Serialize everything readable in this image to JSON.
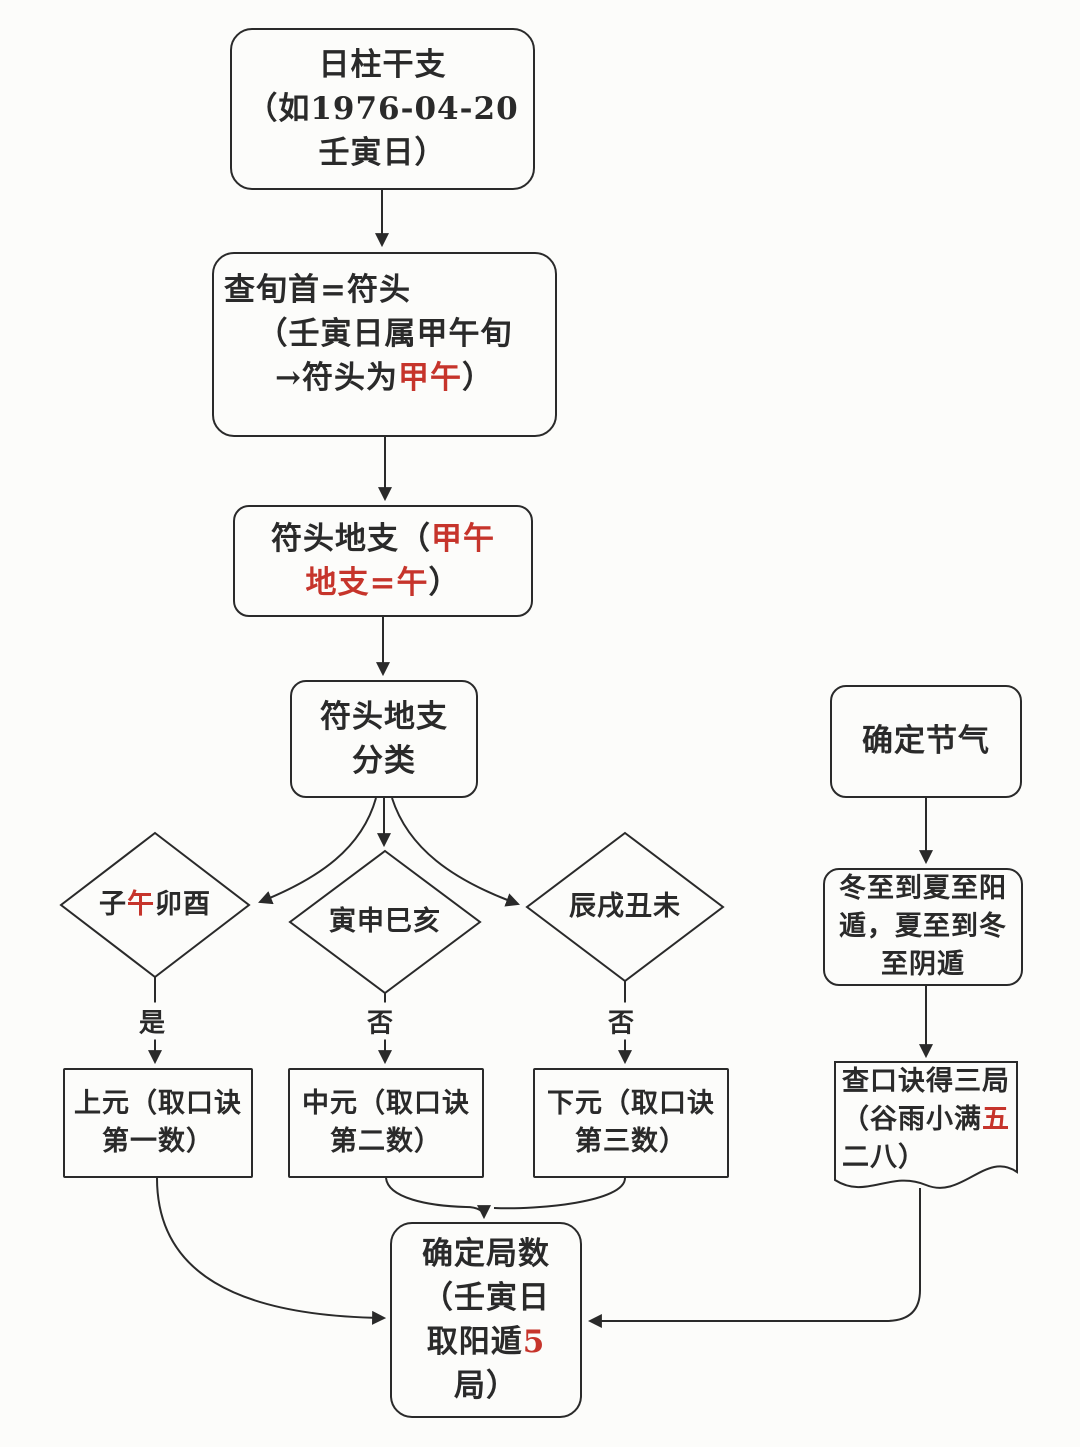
{
  "colors": {
    "ink": "#2a2a2a",
    "red": "#c6342b",
    "bg": "#fcfcfa"
  },
  "nodes": {
    "day_pillar": {
      "line1": "日柱干支",
      "line2": "（如1976-04-20",
      "line3": "壬寅日）"
    },
    "xunshou": {
      "line1": "查旬首=符头",
      "line2": "（壬寅日属甲午旬",
      "line3_pre": "→符头为",
      "line3_red": "甲午",
      "line3_post": "）"
    },
    "futou_dizhi": {
      "line1_pre": "符头地支（",
      "line1_red": "甲午",
      "line2_red": "地支=午",
      "line2_post": "）"
    },
    "classify": {
      "line1": "符头地支",
      "line2": "分类"
    },
    "diamond_left": {
      "pre": "子",
      "red": "午",
      "post": "卯酉"
    },
    "diamond_mid": {
      "label": "寅申巳亥"
    },
    "diamond_right": {
      "label": "辰戌丑未"
    },
    "edges": {
      "yes": "是",
      "no_mid": "否",
      "no_right": "否"
    },
    "shang_yuan": {
      "line1": "上元（取口诀",
      "line2": "第一数）"
    },
    "zhong_yuan": {
      "line1": "中元（取口诀",
      "line2": "第二数）"
    },
    "xia_yuan": {
      "line1": "下元（取口诀",
      "line2": "第三数）"
    },
    "final": {
      "line1": "确定局数",
      "line2": "（壬寅日",
      "line3_pre": "取阳遁",
      "line3_red": "5",
      "line4": "局）"
    },
    "jieqi": {
      "line1": "确定节气"
    },
    "dongzhi": {
      "line1": "冬至到夏至阳",
      "line2": "遁，夏至到冬",
      "line3": "至阴遁"
    },
    "koujue": {
      "line1": "查口诀得三局",
      "line2_pre": "（谷雨小满",
      "line2_red": "五",
      "line3": "二八）"
    }
  }
}
